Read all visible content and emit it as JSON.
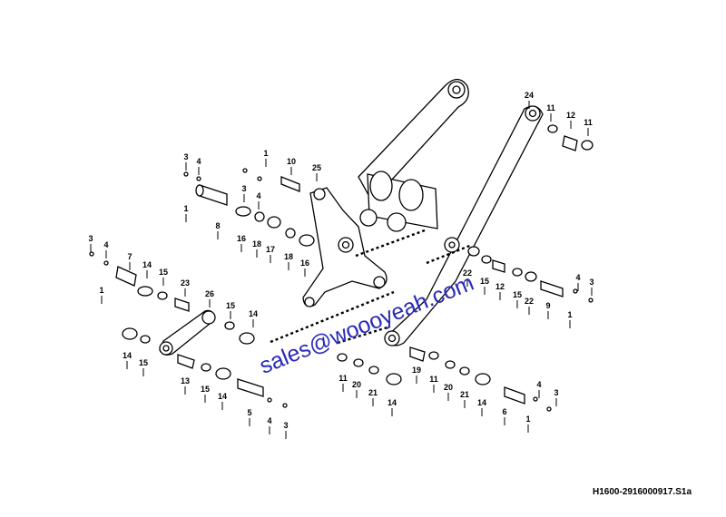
{
  "diagram": {
    "code": "H1600-2916000917.S1a",
    "watermark": "sales@woooyeah.com",
    "callouts": [
      "24",
      "11",
      "12",
      "11",
      "25",
      "1",
      "10",
      "3",
      "4",
      "3",
      "4",
      "1",
      "8",
      "16",
      "18",
      "17",
      "18",
      "16",
      "3",
      "4",
      "7",
      "1",
      "14",
      "15",
      "23",
      "26",
      "15",
      "14",
      "14",
      "15",
      "13",
      "15",
      "14",
      "5",
      "4",
      "3",
      "22",
      "15",
      "12",
      "15",
      "22",
      "4",
      "3",
      "9",
      "1",
      "11",
      "20",
      "21",
      "14",
      "19",
      "11",
      "20",
      "21",
      "14",
      "4",
      "3",
      "6",
      "1"
    ]
  }
}
